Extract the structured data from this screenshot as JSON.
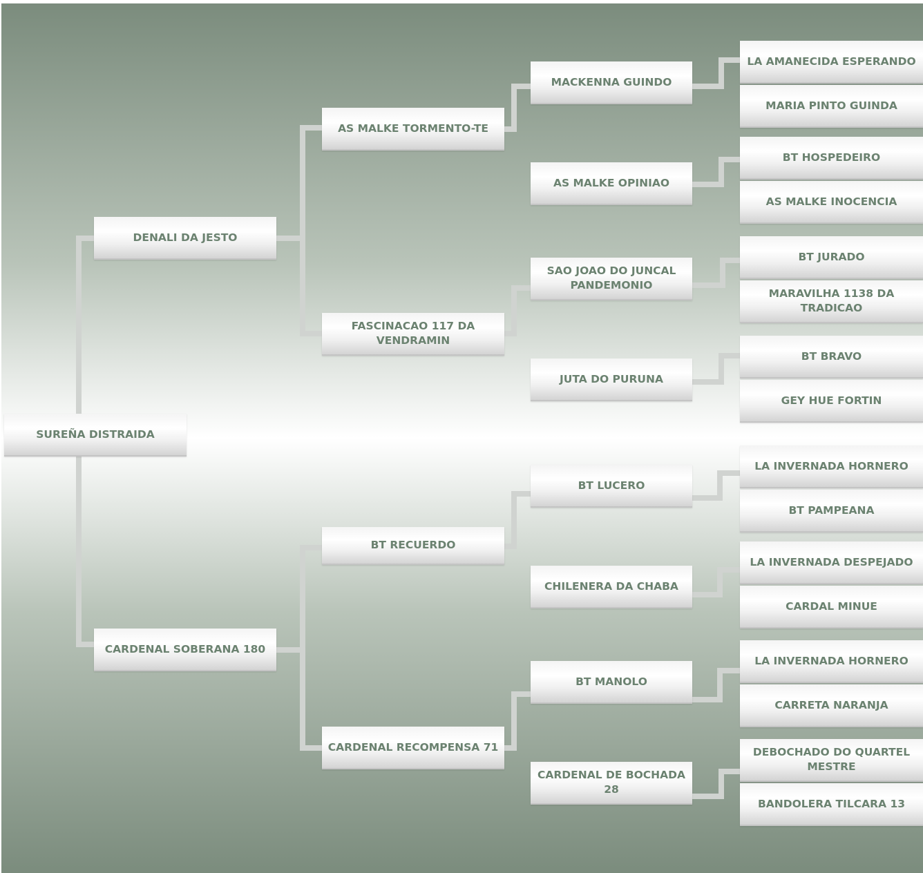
{
  "pedigree": {
    "subject": "SUREÑA DISTRAIDA",
    "sire": "DENALI DA JESTO",
    "dam": "CARDENAL SOBERANA 180",
    "sire_sire": "AS MALKE TORMENTO-TE",
    "sire_dam": "FASCINACAO 117 DA VENDRAMIN",
    "dam_sire": "BT RECUERDO",
    "dam_dam": "CARDENAL RECOMPENSA 71",
    "sire_sire_sire": "MACKENNA GUINDO",
    "sire_sire_dam": "AS MALKE OPINIAO",
    "sire_dam_sire": "SAO JOAO DO JUNCAL PANDEMONIO",
    "sire_dam_dam": "JUTA DO PURUNA",
    "dam_sire_sire": "BT LUCERO",
    "dam_sire_dam": "CHILENERA DA CHABA",
    "dam_dam_sire": "BT MANOLO",
    "dam_dam_dam": "CARDENAL DE BOCHADA 28",
    "great_grandparents": [
      "LA AMANECIDA ESPERANDO",
      "MARIA PINTO GUINDA",
      "BT HOSPEDEIRO",
      "AS MALKE INOCENCIA",
      "BT JURADO",
      "MARAVILHA 1138 DA TRADICAO",
      "BT BRAVO",
      "GEY HUE FORTIN",
      "LA INVERNADA HORNERO",
      "BT PAMPEANA",
      "LA INVERNADA DESPEJADO",
      "CARDAL MINUE",
      "LA INVERNADA HORNERO",
      "CARRETA NARANJA",
      "DEBOCHADO DO QUARTEL MESTRE",
      "BANDOLERA TILCARA 13"
    ]
  },
  "colors": {
    "text": "#6b8270",
    "connector": "#d0d3d0",
    "background_dark": "#7b8c7d",
    "background_light": "#ffffff"
  }
}
